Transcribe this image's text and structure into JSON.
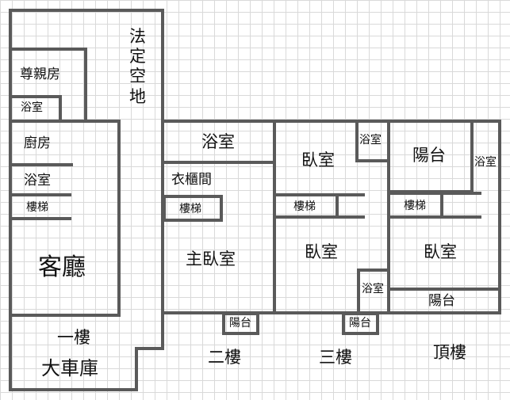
{
  "floor_plan": {
    "floor1": {
      "floor_label": "一樓",
      "garage": "大車庫",
      "parent_room": "尊親房",
      "parent_bath": "浴室",
      "kitchen": "廚房",
      "bath": "浴室",
      "stairs": "樓梯",
      "living_room": "客廳",
      "legal_open_space": "法定空地"
    },
    "floor2": {
      "floor_label": "二樓",
      "bath": "浴室",
      "walk_in_closet": "衣櫃間",
      "stairs": "樓梯",
      "master_bedroom": "主臥室",
      "balcony": "陽台"
    },
    "floor3": {
      "floor_label": "三樓",
      "bedroom_top": "臥室",
      "bath_top": "浴室",
      "stairs": "樓梯",
      "bedroom_bottom": "臥室",
      "bath_bottom": "浴室",
      "balcony": "陽台"
    },
    "top_floor": {
      "floor_label": "頂樓",
      "balcony_top": "陽台",
      "bath": "浴室",
      "stairs": "樓梯",
      "bedroom": "臥室",
      "balcony_bottom": "陽台"
    }
  }
}
